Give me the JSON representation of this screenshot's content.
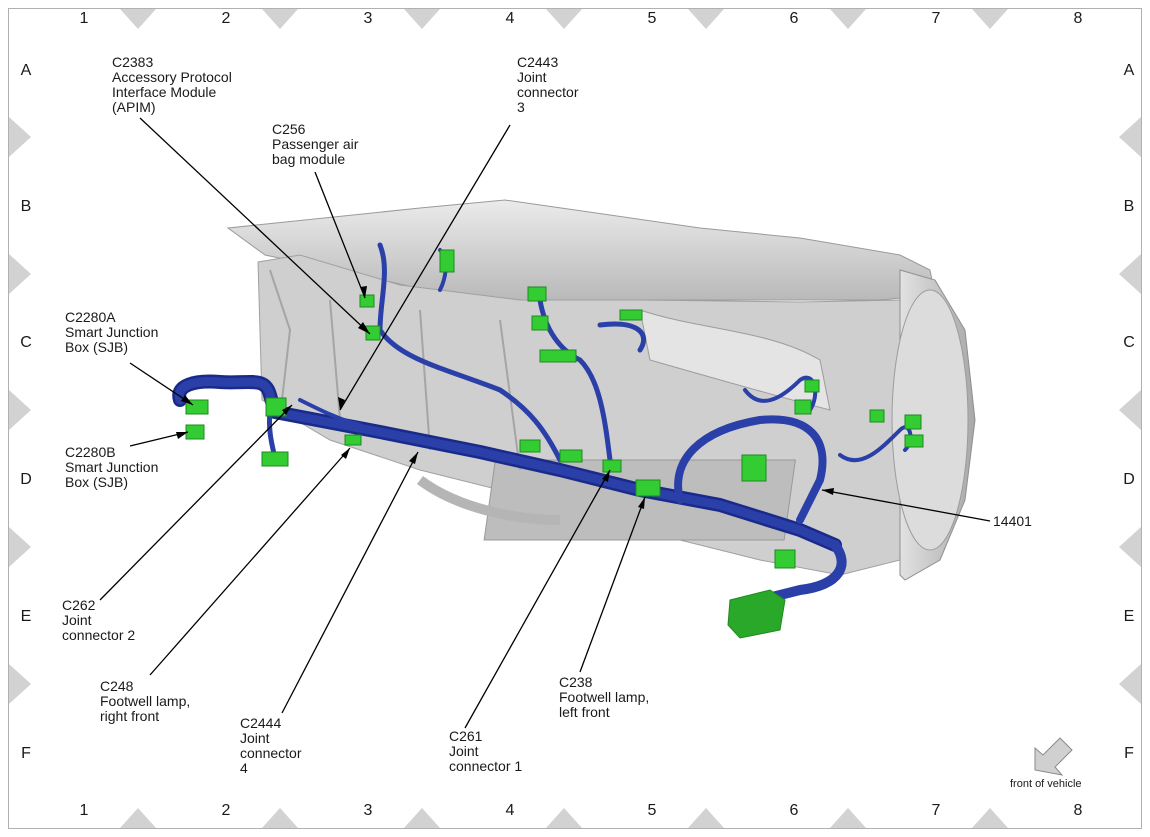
{
  "grid": {
    "columns": [
      "1",
      "2",
      "3",
      "4",
      "5",
      "6",
      "7",
      "8"
    ],
    "rows": [
      "A",
      "B",
      "C",
      "D",
      "E",
      "F"
    ]
  },
  "callouts": {
    "c2383": [
      "C2383",
      "Accessory Protocol",
      "Interface Module",
      "(APIM)"
    ],
    "c2443": [
      "C2443",
      "Joint",
      "connector",
      "3"
    ],
    "c256": [
      "C256",
      "Passenger air",
      "bag module"
    ],
    "c2280a": [
      "C2280A",
      "Smart Junction",
      "Box (SJB)"
    ],
    "c2280b": [
      "C2280B",
      "Smart Junction",
      "Box (SJB)"
    ],
    "harness": [
      "14401"
    ],
    "c262": [
      "C262",
      "Joint",
      "connector 2"
    ],
    "c248": [
      "C248",
      "Footwell lamp,",
      "right front"
    ],
    "c2444": [
      "C2444",
      "Joint",
      "connector",
      "4"
    ],
    "c261": [
      "C261",
      "Joint",
      "connector 1"
    ],
    "c238": [
      "C238",
      "Footwell lamp,",
      "left front"
    ]
  },
  "orientation": {
    "label": "front of vehicle",
    "icon": "arrow-down-left-icon"
  },
  "colors": {
    "harness": "#2b3fa8",
    "harness_dark": "#1a2a8a",
    "connector": "#33cc33",
    "dashboard": "#d6d6d6",
    "grid_marker": "#d2d2d2"
  }
}
